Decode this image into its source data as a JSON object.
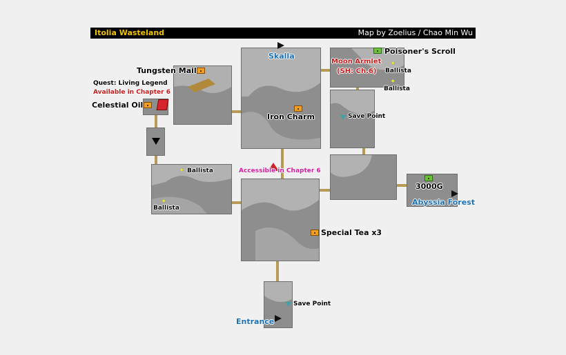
{
  "header": {
    "area_name": "Itolia Wasteland",
    "credit": "Map by Zoelius / Chao Min Wu"
  },
  "labels": {
    "tungsten_mail": "Tungsten Mail",
    "quest": "Quest: Living Legend",
    "available": "Available in Chapter 6",
    "celestial_oil": "Celestial Oil",
    "skalla": "Skalla",
    "moon_armlet": "Moon Armlet",
    "sh_ch6": "(SH: Ch.6)",
    "poisoners_scroll": "Poisoner's Scroll",
    "ballista_top1": "Ballista",
    "ballista_top2": "Ballista",
    "iron_charm": "Iron Charm",
    "save_point_top": "Save Point",
    "ballista_left1": "Ballista",
    "ballista_left2": "Ballista",
    "accessible": "Accessible in Chapter 6",
    "gold": "3000G",
    "abyssia_forest": "Abyssia Forest",
    "special_tea": "Special Tea x3",
    "save_point_bottom": "Save Point",
    "entrance": "Entrance"
  },
  "colors": {
    "title_text": "#f2c400",
    "connector": "#b79a55",
    "exit_label": "#1a6fb3",
    "chapter_notice": "#c41b1b"
  }
}
